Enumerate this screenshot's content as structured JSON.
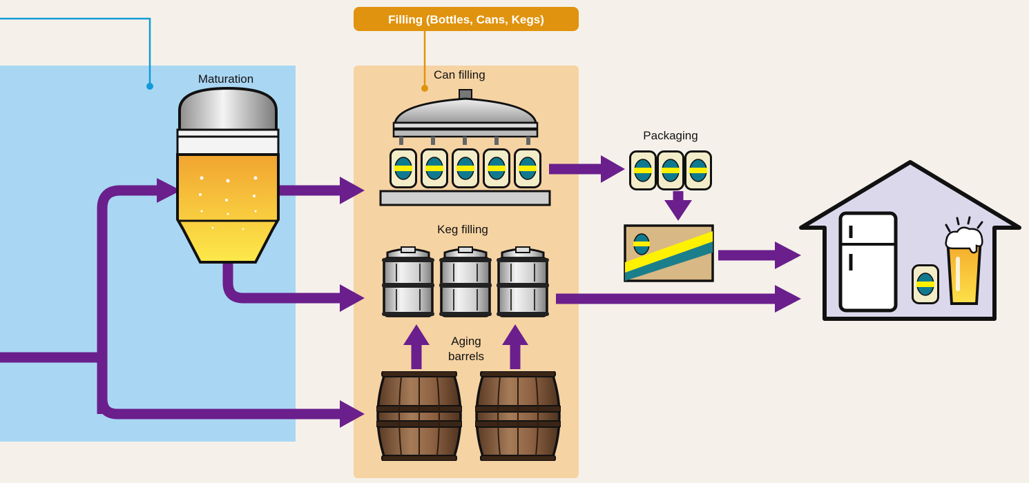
{
  "labels": {
    "filling_section": "Filling (Bottles, Cans, Kegs)",
    "maturation": "Maturation",
    "can_filling": "Can filling",
    "packaging": "Packaging",
    "keg_filling": "Keg filling",
    "aging_barrels_line1": "Aging",
    "aging_barrels_line2": "barrels"
  },
  "colors": {
    "background": "#f5f1ea",
    "maturation_zone": "#a9d7f3",
    "filling_zone": "#f6d3a3",
    "flow_arrow": "#6a1f8c",
    "filling_badge": "#e0930e",
    "callout_blue": "#129ad8",
    "house_fill": "#dcd8ec",
    "beer_yellow": "#f7c64a"
  },
  "icons": [
    "fermentation-tank-icon",
    "can-filler-icon",
    "beer-can-icon",
    "keg-icon",
    "barrel-icon",
    "package-box-icon",
    "house-icon",
    "refrigerator-icon",
    "beer-glass-icon"
  ]
}
